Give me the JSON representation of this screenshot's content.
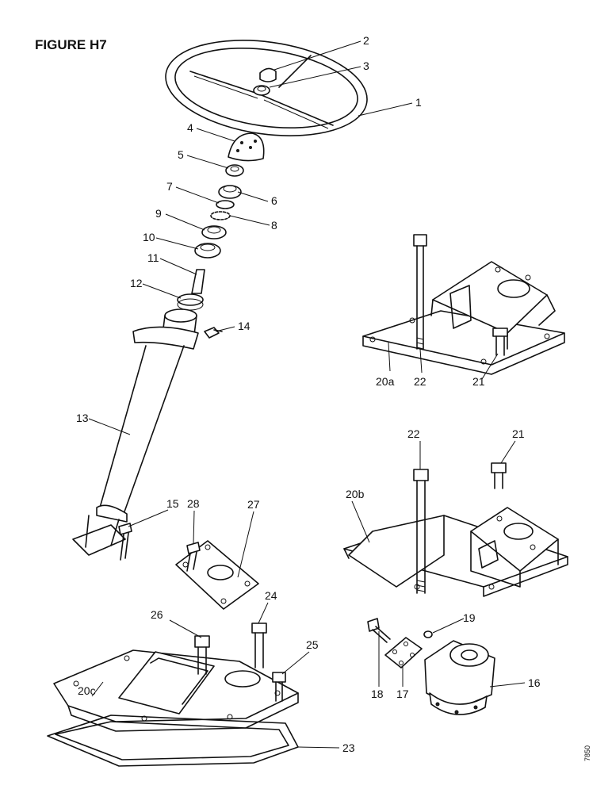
{
  "figure_title": "FIGURE H7",
  "drawing_code": "7850",
  "callouts": {
    "c1": "1",
    "c2": "2",
    "c3": "3",
    "c4": "4",
    "c5": "5",
    "c6": "6",
    "c7": "7",
    "c8": "8",
    "c9": "9",
    "c10": "10",
    "c11": "11",
    "c12": "12",
    "c13": "13",
    "c14": "14",
    "c15": "15",
    "c16": "16",
    "c17": "17",
    "c18": "18",
    "c19": "19",
    "c20a": "20a",
    "c20b": "20b",
    "c20c": "20c",
    "c21a": "21",
    "c21b": "21",
    "c22a": "22",
    "c22b": "22",
    "c23": "23",
    "c24": "24",
    "c25": "25",
    "c26": "26",
    "c27": "27",
    "c28": "28"
  }
}
